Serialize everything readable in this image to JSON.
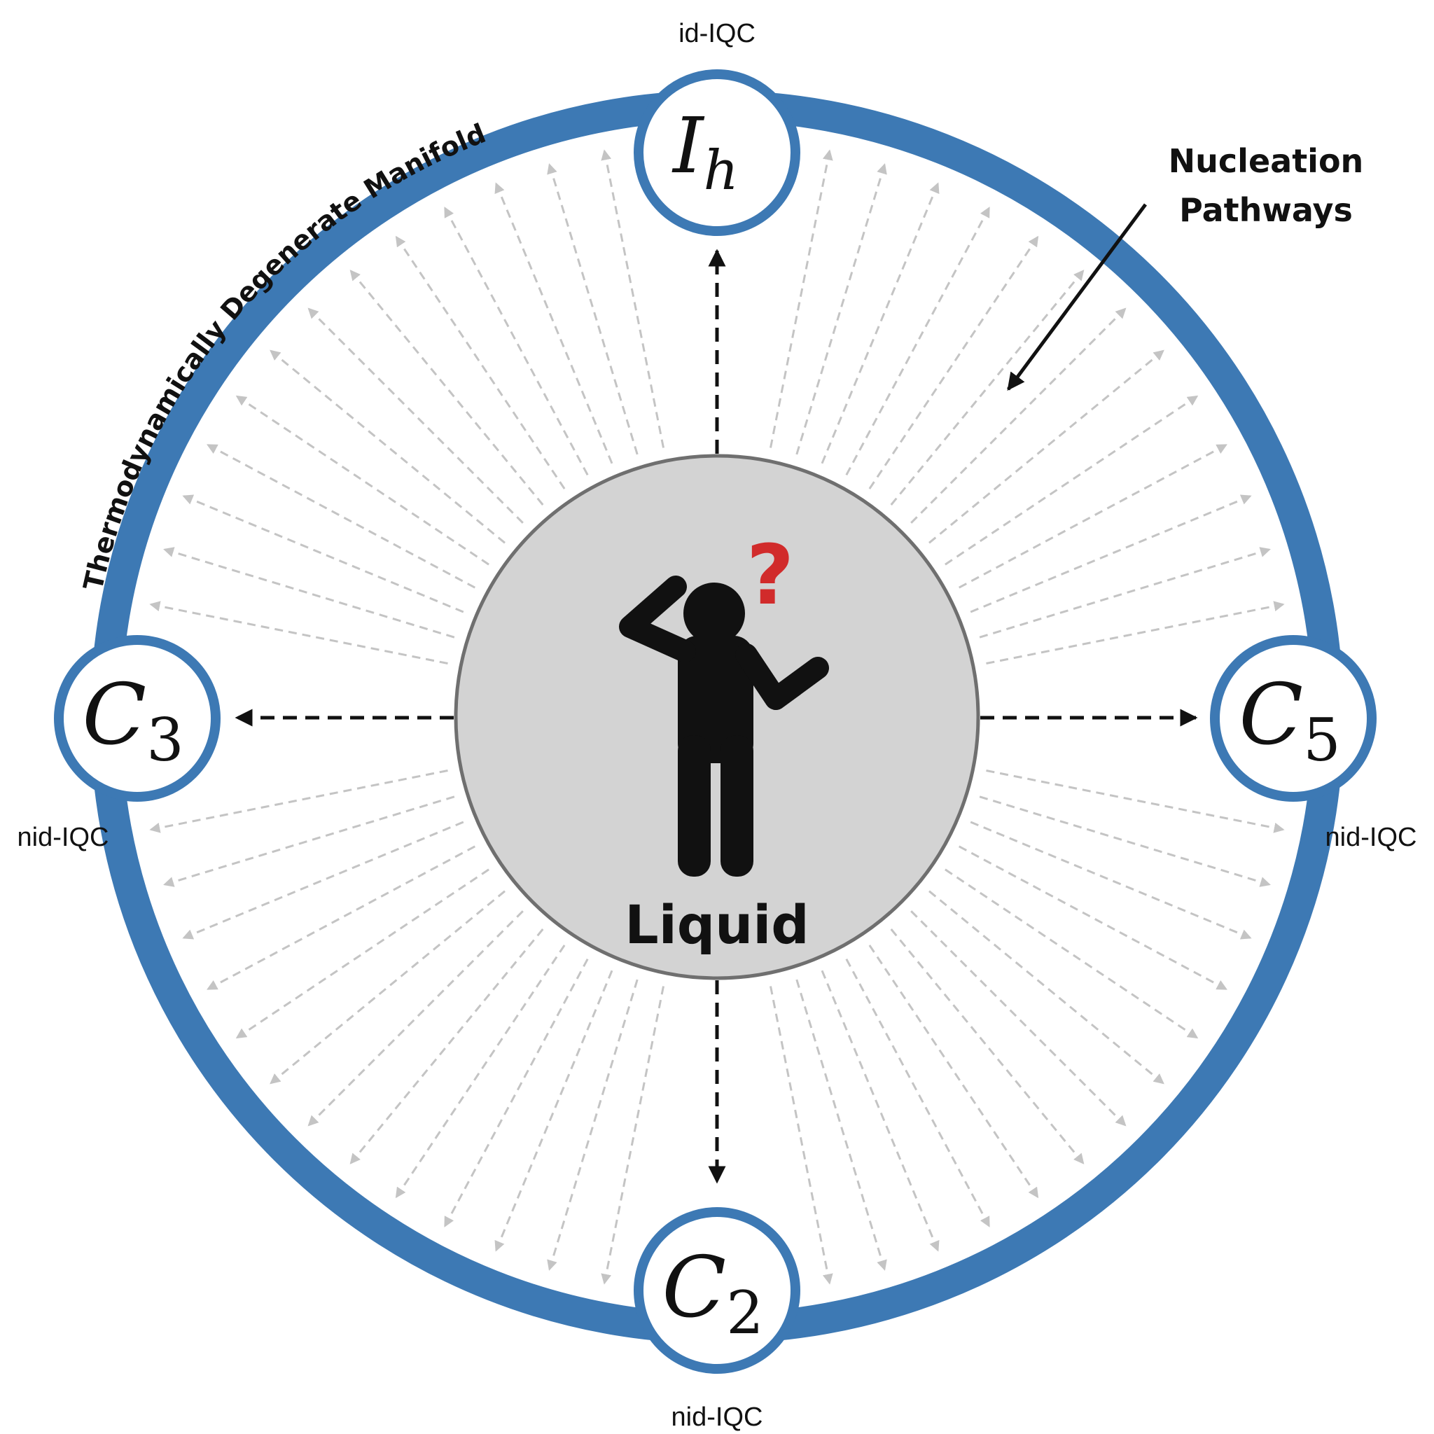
{
  "manifold": {
    "title": "Thermodynamically Degenerate Manifold",
    "ring_color": "#3d79b4"
  },
  "annotation": {
    "line1": "Nucleation",
    "line2": "Pathways"
  },
  "center": {
    "label": "Liquid",
    "question_mark": "?",
    "question_color": "#d12b2b",
    "fill": "#d3d3d3",
    "icon": "confused-person-icon"
  },
  "nodes": {
    "top": {
      "symbol": "I",
      "subscript": "h",
      "label": "id-IQC"
    },
    "left": {
      "symbol": "C",
      "subscript": "3",
      "label": "nid-IQC"
    },
    "right": {
      "symbol": "C",
      "subscript": "5",
      "label": "nid-IQC"
    },
    "bottom": {
      "symbol": "C",
      "subscript": "2",
      "label": "nid-IQC"
    }
  },
  "colors": {
    "pathway_arrow": "#c4c4c4",
    "main_arrow": "#111111"
  }
}
